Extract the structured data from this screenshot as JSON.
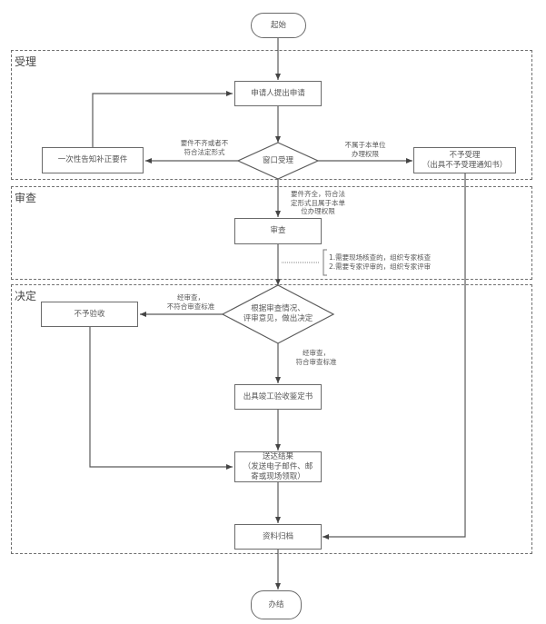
{
  "lanes": [
    {
      "id": "accept",
      "title": "受理"
    },
    {
      "id": "review",
      "title": "审查"
    },
    {
      "id": "decide",
      "title": "决定"
    }
  ],
  "nodes": {
    "start": "起始",
    "apply": "申请人提出申请",
    "window": "窗口受理",
    "correct": "一次性告知补正要件",
    "reject_accept": "不予受理\n（出具不予受理通知书）",
    "review": "审查",
    "decision": "根据审查情况、\n评审意见，做出决定",
    "reject_check": "不予验收",
    "issue_cert": "出具竣工验收鉴定书",
    "deliver": "送达结果\n（发送电子邮件、邮\n寄或现场领取）",
    "archive": "资料归档",
    "end": "办结"
  },
  "edge_labels": {
    "incomplete": "要件不齐或者不\n符合法定形式",
    "no_authority": "不属于本单位\n办理权限",
    "complete": "要件齐全，符合法\n定形式且属于本单\n位办理权限",
    "not_meet": "经审查，\n不符合审查标准",
    "meet": "经审查，\n符合审查标准"
  },
  "annotation": "1.需要现场核查的，组织专家核查\n2.需要专家评审的，组织专家评审",
  "colors": {
    "line": "#555555",
    "border": "#6a6a6a",
    "lane_border": "#6f6f6f"
  }
}
